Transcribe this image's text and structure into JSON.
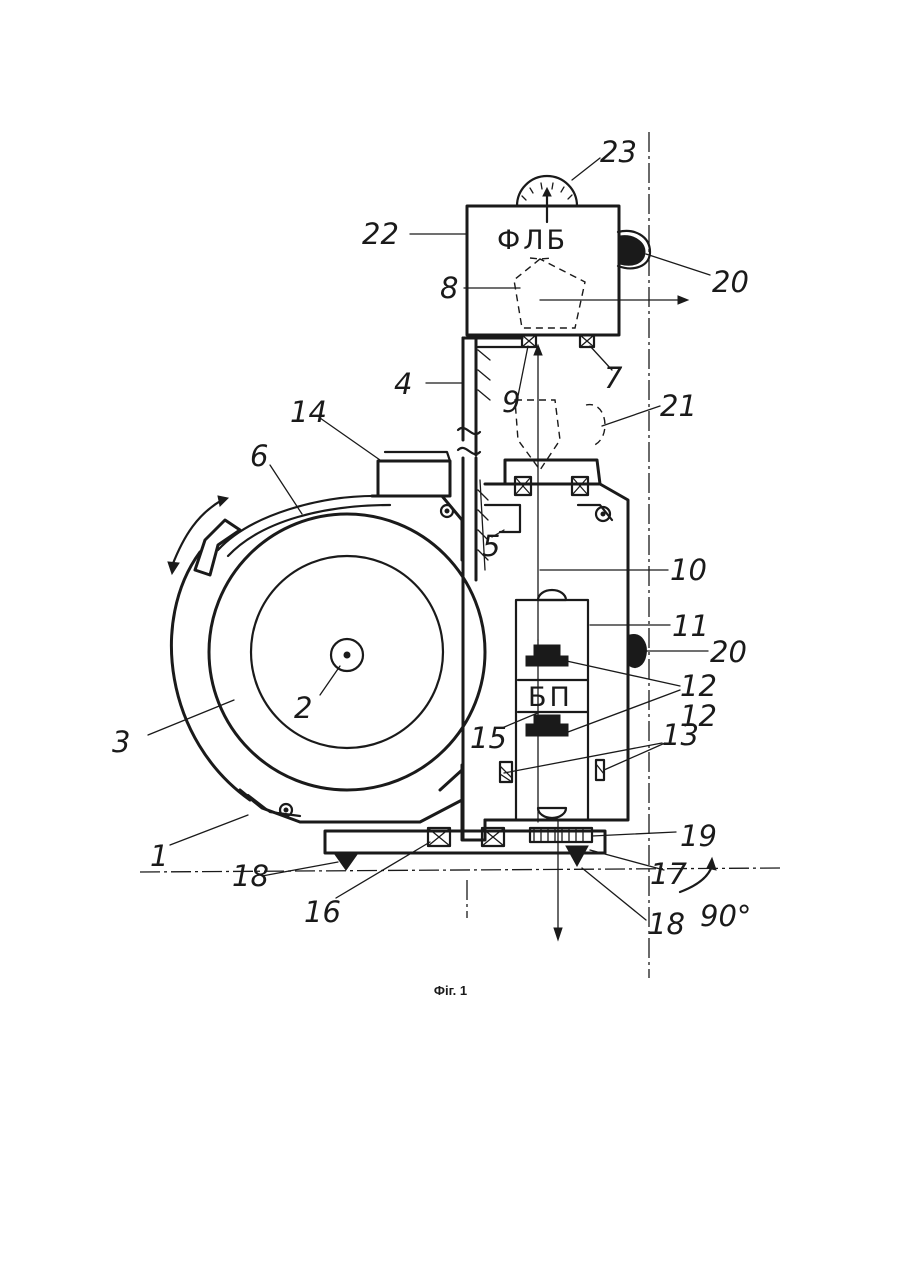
{
  "figure": {
    "caption": "Фіг. 1",
    "block_upper_text": "ФЛБ",
    "block_lower_text": "БП",
    "angle_label": "90°",
    "labels": [
      "23",
      "22",
      "20",
      "8",
      "7",
      "9",
      "21",
      "4",
      "14",
      "6",
      "5",
      "10",
      "11",
      "20",
      "12",
      "2",
      "3",
      "15",
      "12",
      "13",
      "1",
      "19",
      "18",
      "17",
      "16",
      "18"
    ]
  }
}
